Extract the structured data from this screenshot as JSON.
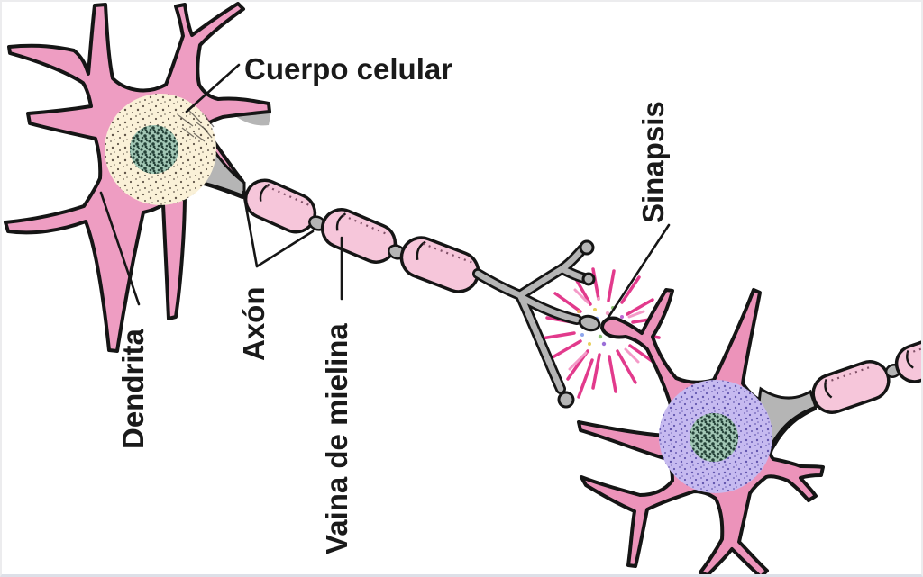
{
  "figure": {
    "type": "anatomical-diagram",
    "subject": "neuron and synapse, Spanish labels",
    "labels": {
      "cell_body": "Cuerpo celular",
      "dendrite": "Dendrita",
      "axon": "Axón",
      "myelin": "Vaina de mielina",
      "synapse": "Sinapsis"
    },
    "colors": {
      "cell_pink_1": "#ee9dc2",
      "cell_pink_2": "#ec93ba",
      "myelin_pink": "#f6c6da",
      "soma_cream": "#faf1d8",
      "soma_lavender": "#c6baf0",
      "nucleus_teal": "#a3c8b6",
      "axon_gray": "#b5b5b5",
      "outline": "#151515",
      "synapse_burst": "#e23a8c",
      "label_text": "#1a1a1a",
      "background": "#ffffff"
    }
  }
}
